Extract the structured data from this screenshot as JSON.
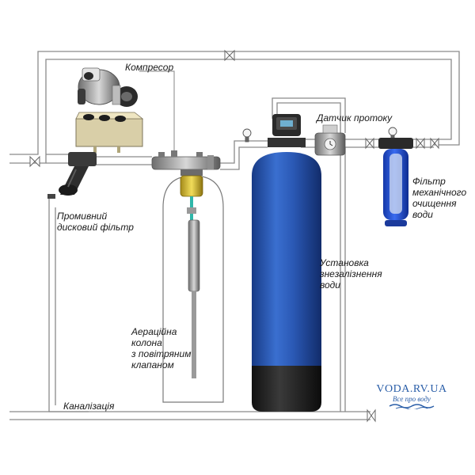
{
  "labels": {
    "compressor": "Компресор",
    "flow_sensor": "Датчик протоку",
    "mech_filter": [
      "Фільтр",
      "механічного",
      "очищення",
      "води"
    ],
    "disc_filter": [
      "Промивний",
      "дисковий фільтр"
    ],
    "iron_removal": [
      "Установка",
      "знезалізнення",
      "води"
    ],
    "aeration": [
      "Аераційна",
      "колона",
      "з повітряним",
      "клапаном"
    ],
    "sewer": "Каналізація"
  },
  "brand": {
    "name": "VODA.RV.UA",
    "tagline": "Все про воду"
  },
  "colors": {
    "pipe": "#8a8a8a",
    "tank_blue": "#2b56b0",
    "tank_base": "#2a2a2a",
    "cartridge_blue": "#1f4fd1",
    "brand": "#2a5ea8"
  }
}
